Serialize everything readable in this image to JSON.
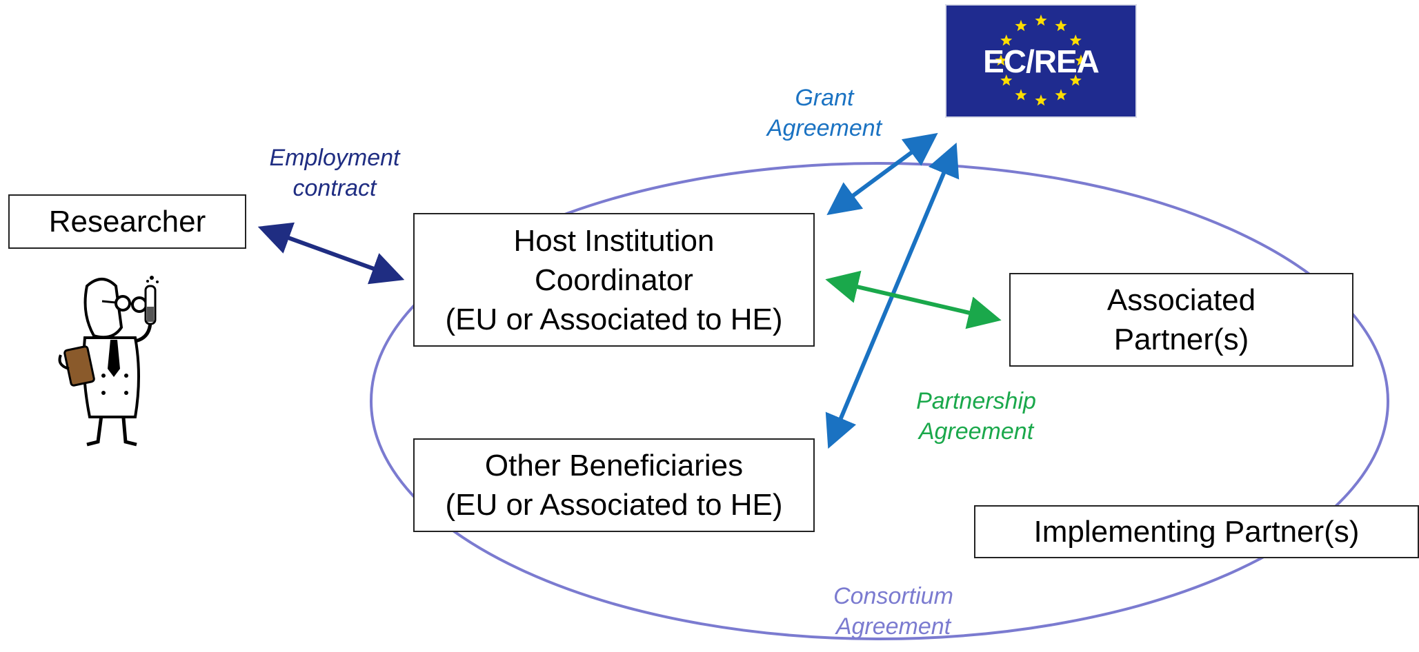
{
  "nodes": {
    "researcher": "Researcher",
    "host": [
      "Host Institution",
      "Coordinator",
      "(EU or Associated to HE)"
    ],
    "other": [
      "Other Beneficiaries",
      "(EU or Associated to HE)"
    ],
    "associated": [
      "Associated",
      "Partner(s)"
    ],
    "implementing": "Implementing Partner(s)"
  },
  "logo": {
    "text": "EC/REA",
    "background": "#1f2b8f",
    "star_color": "#ffde00"
  },
  "labels": {
    "employment": [
      "Employment",
      "contract"
    ],
    "grant": [
      "Grant",
      "Agreement"
    ],
    "partnership": [
      "Partnership",
      "Agreement"
    ],
    "consortium": [
      "Consortium",
      "Agreement"
    ]
  },
  "colors": {
    "employment": "#1f2d82",
    "grant": "#1a72c2",
    "partnership": "#1aa84b",
    "consortium": "#7b7bd0"
  }
}
